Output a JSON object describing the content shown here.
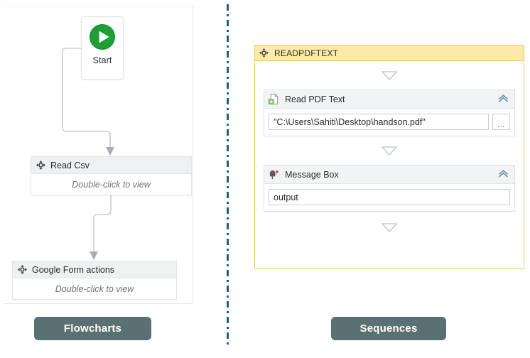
{
  "divider": {
    "style": "dash-dot",
    "color": "#1f5f7a"
  },
  "flowchart": {
    "caption": "Flowcharts",
    "start_node": {
      "label": "Start",
      "icon": "play-circle-icon",
      "icon_color": "#1f9d36"
    },
    "nodes": [
      {
        "title": "Read Csv",
        "body": "Double-click to view",
        "icon": "move-arrows-icon"
      },
      {
        "title": "Google Form actions",
        "body": "Double-click to view",
        "icon": "move-arrows-icon"
      }
    ]
  },
  "sequence": {
    "caption": "Sequences",
    "title": "READPDFTEXT",
    "icon": "move-arrows-icon",
    "header_color": "#fce9ab",
    "border_color": "#e8c96a",
    "activities": [
      {
        "title": "Read PDF Text",
        "icon": "pdf-document-icon",
        "collapse_icon": "chevron-up-icon",
        "value": "\"C:\\Users\\Sahiti\\Desktop\\handson.pdf\"",
        "browse_label": "...",
        "has_browse": true
      },
      {
        "title": "Message Box",
        "icon": "mailbox-icon",
        "collapse_icon": "chevron-up-icon",
        "value": "output",
        "browse_label": "",
        "has_browse": false
      }
    ],
    "drop_indicator": "drop-triangle-icon"
  }
}
